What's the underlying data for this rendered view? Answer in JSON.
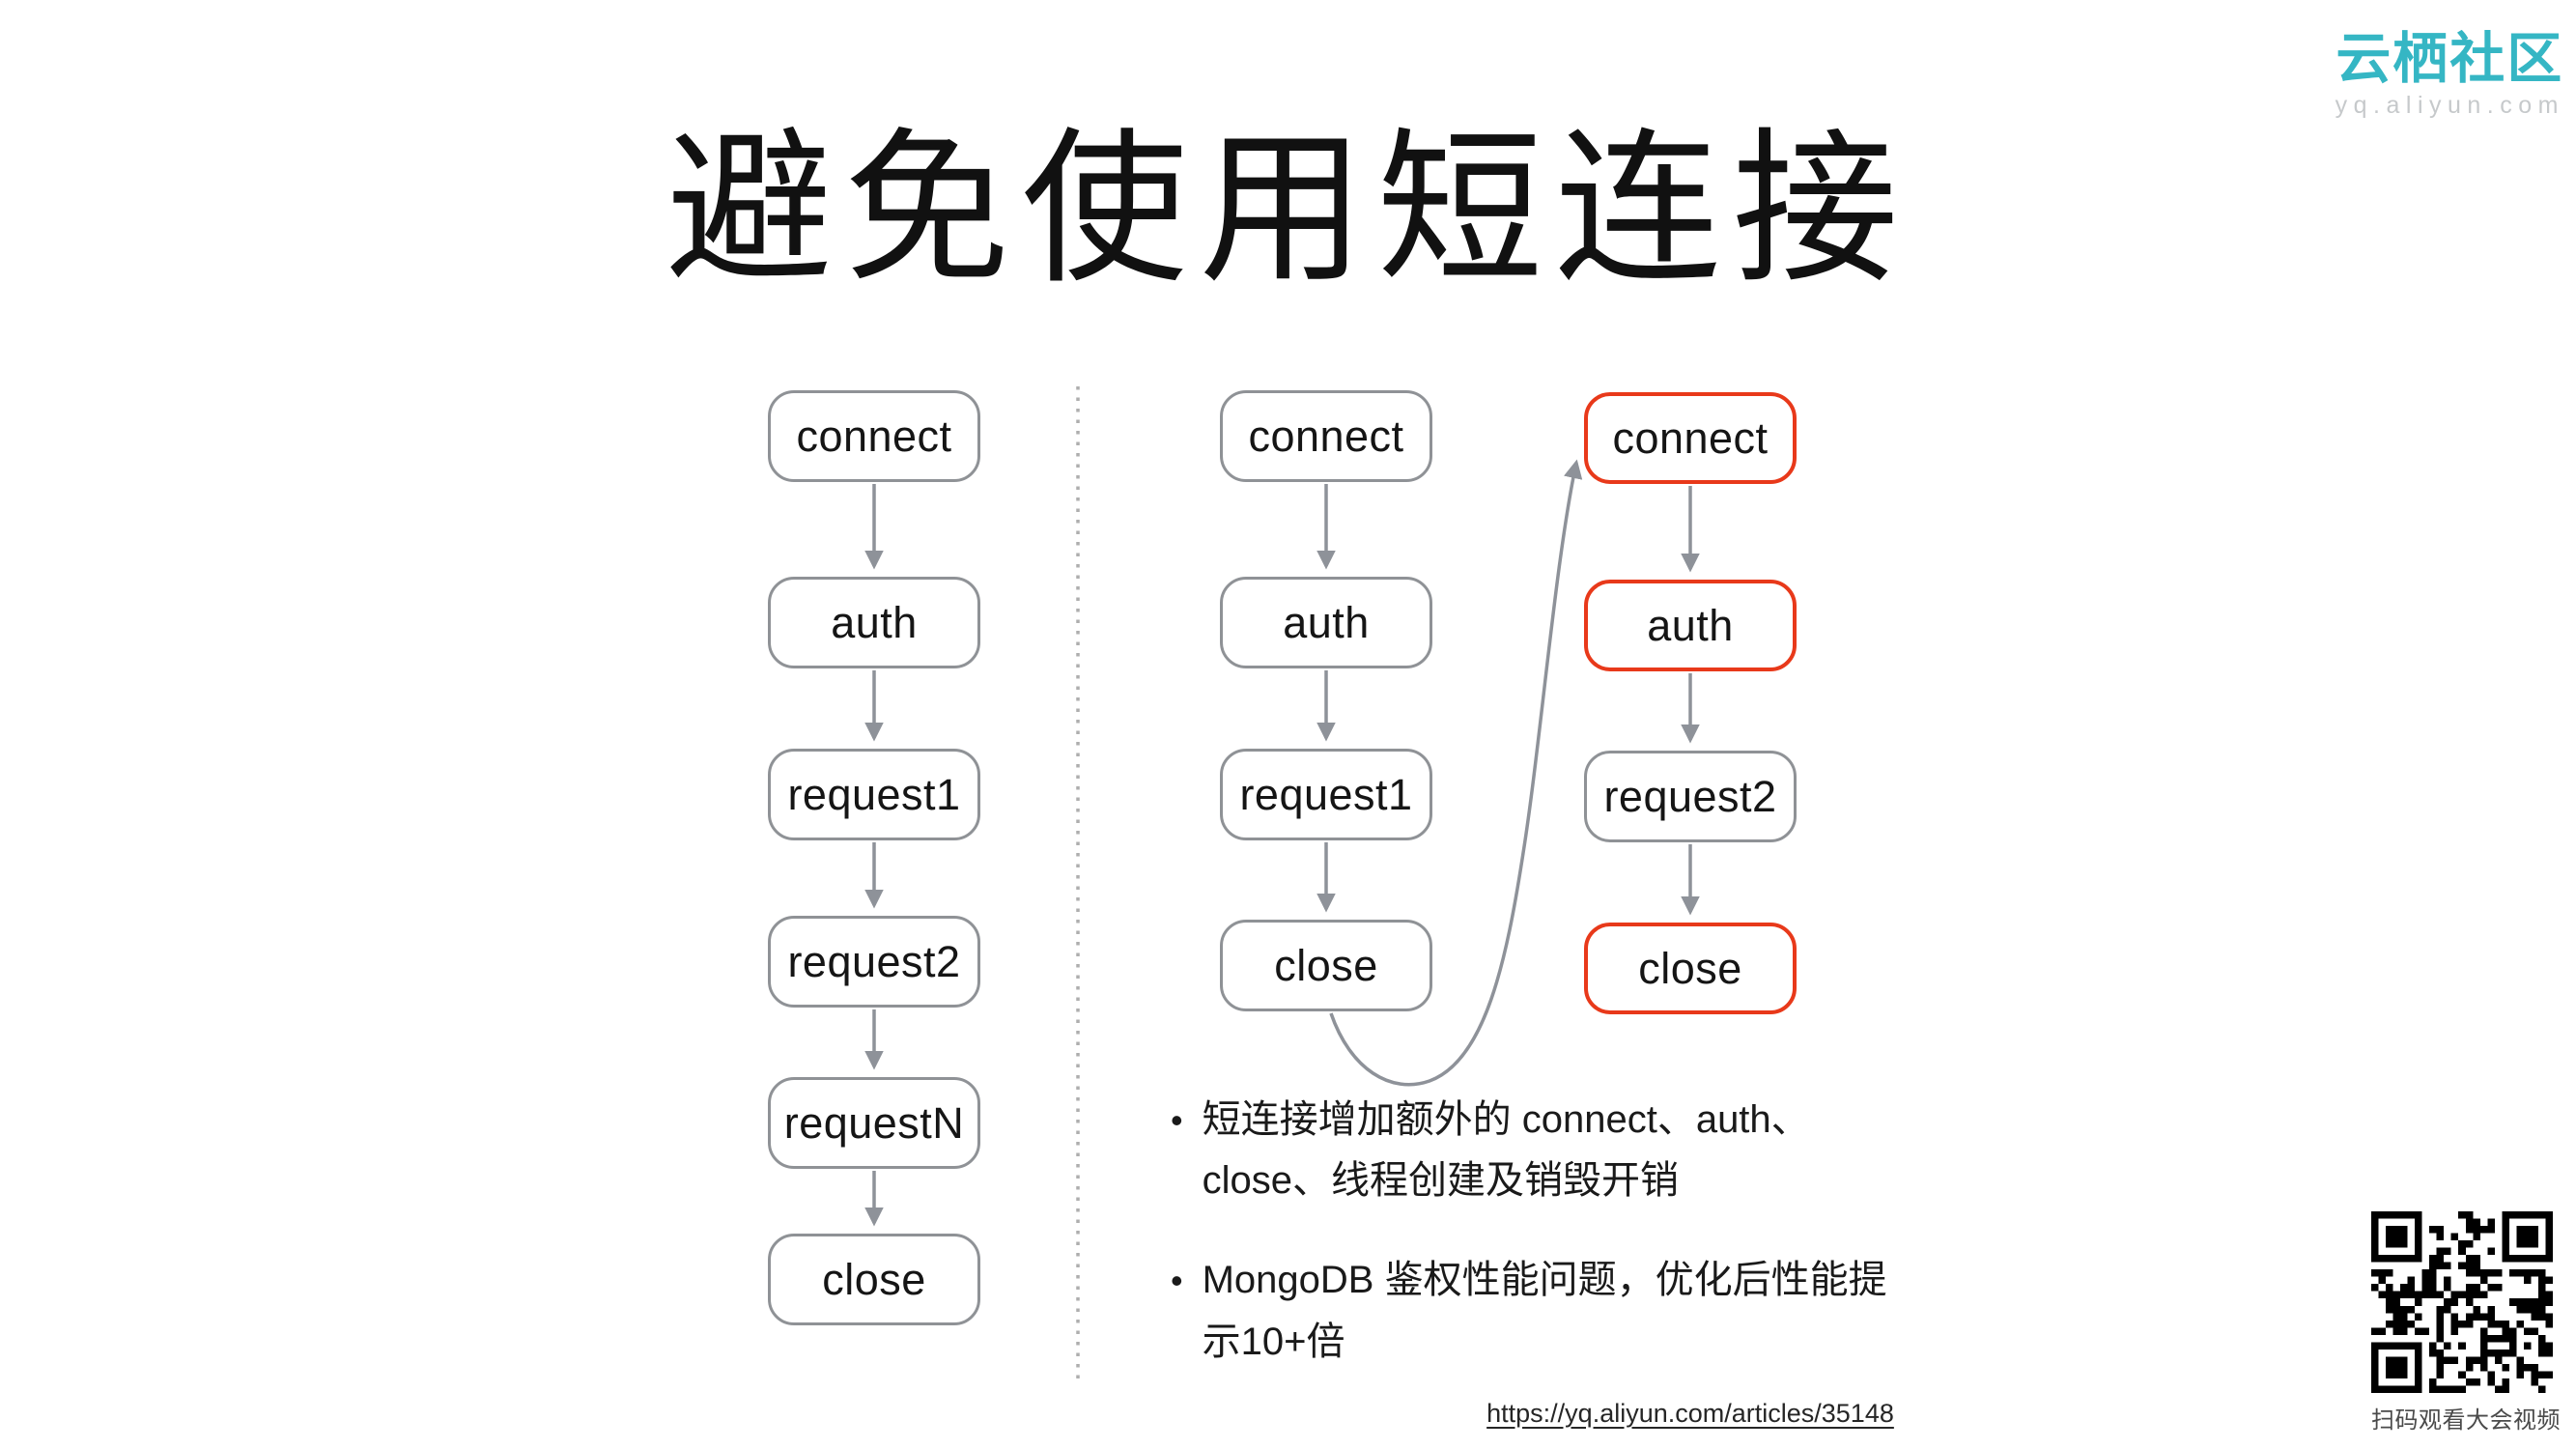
{
  "slide": {
    "title": "避免使用短连接"
  },
  "logo": {
    "name": "云栖社区",
    "domain": "yq.aliyun.com"
  },
  "colors": {
    "box-border": "#8f9296",
    "highlight": "#e8391a",
    "arrow": "#8e9299",
    "divider": "#aeaeae",
    "teal": "#35b6c4",
    "logo-sub": "#c6c9cb",
    "text": "#111111"
  },
  "diagram": {
    "left_column": {
      "boxes": [
        {
          "label": "connect",
          "highlight": false
        },
        {
          "label": "auth",
          "highlight": false
        },
        {
          "label": "request1",
          "highlight": false
        },
        {
          "label": "request2",
          "highlight": false
        },
        {
          "label": "requestN",
          "highlight": false
        },
        {
          "label": "close",
          "highlight": false
        }
      ]
    },
    "middle_column": {
      "boxes": [
        {
          "label": "connect",
          "highlight": false
        },
        {
          "label": "auth",
          "highlight": false
        },
        {
          "label": "request1",
          "highlight": false
        },
        {
          "label": "close",
          "highlight": false
        }
      ]
    },
    "right_column": {
      "boxes": [
        {
          "label": "connect",
          "highlight": true
        },
        {
          "label": "auth",
          "highlight": true
        },
        {
          "label": "request2",
          "highlight": false
        },
        {
          "label": "close",
          "highlight": true
        }
      ]
    }
  },
  "notes": {
    "bullet_char": "•",
    "bullets": [
      {
        "text": "短连接增加额外的 connect、auth、close、线程创建及销毁开销"
      },
      {
        "text": "MongoDB 鉴权性能问题，优化后性能提示10+倍"
      }
    ]
  },
  "link": {
    "url_label": "https://yq.aliyun.com/articles/35148"
  },
  "qr": {
    "caption": "扫码观看大会视频"
  }
}
